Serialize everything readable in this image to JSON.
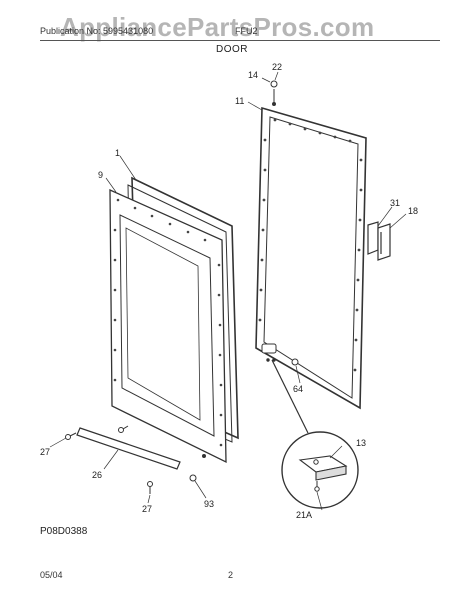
{
  "header": {
    "publication": "Publication No: 5995431080",
    "model": "FFU2",
    "section_title": "DOOR"
  },
  "watermark": "AppliancePartsPros.com",
  "footer": {
    "drawing_code": "P08D0388",
    "date": "05/04",
    "page_number": "2"
  },
  "callouts": {
    "c1": "1",
    "c9": "9",
    "c11": "11",
    "c13": "13",
    "c14": "14",
    "c18": "18",
    "c21a": "21A",
    "c22": "22",
    "c26": "26",
    "c27a": "27",
    "c27b": "27",
    "c31": "31",
    "c64": "64",
    "c93": "93"
  }
}
